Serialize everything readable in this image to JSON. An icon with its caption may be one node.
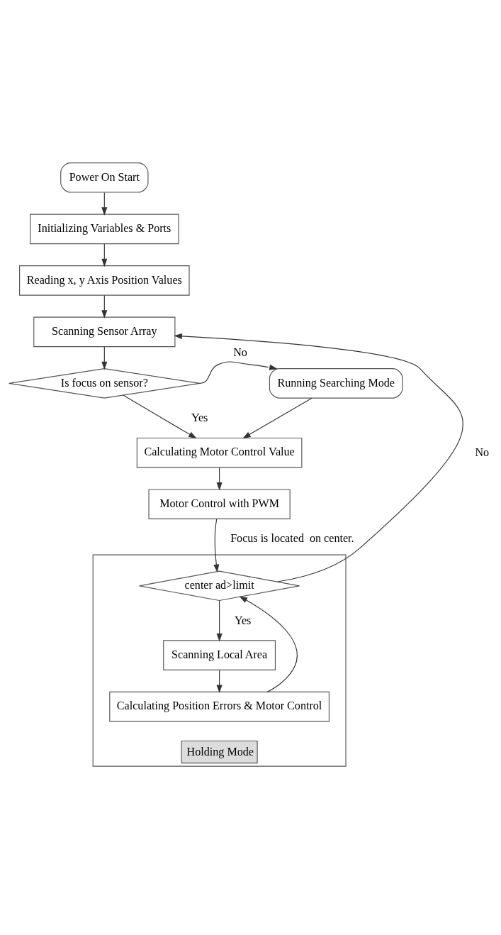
{
  "diagram": {
    "nodes": [
      {
        "text": [
          "Power On Start"
        ]
      },
      {
        "text": [
          "Initializing Variables & Ports"
        ]
      },
      {
        "text": [
          "Reading x, y Axis Position Values"
        ]
      },
      {
        "text": [
          "Scanning Sensor Array"
        ]
      },
      {
        "text": [
          "Is focus on sensor?"
        ]
      },
      {
        "text": [
          "Running Searching Mode"
        ]
      },
      {
        "text": [
          "Calculating Motor Control Value"
        ]
      },
      {
        "text": [
          "Motor Control with PWM"
        ]
      },
      {
        "text": [
          "Holding Mode"
        ]
      },
      {
        "text": [
          "center ad>limit"
        ],
        "in": 8
      },
      {
        "text": [
          "Scanning Local Area"
        ],
        "in": 8
      },
      {
        "text": [
          "Calculating Position Errors & Motor Control"
        ],
        "in": 8
      }
    ],
    "edges": [
      {
        "from": 0,
        "to": 1,
        "arrow": "to"
      },
      {
        "from": 1,
        "to": 2,
        "arrow": "to"
      },
      {
        "from": 2,
        "to": 3,
        "arrow": "to"
      },
      {
        "from": 3,
        "to": 4,
        "arrow": "to"
      },
      {
        "from": 4,
        "to": 5,
        "arrow": "to",
        "label": "No"
      },
      {
        "from": 4,
        "to": 6,
        "arrow": "to",
        "label": "Yes"
      },
      {
        "from": 5,
        "to": 6,
        "arrow": "to"
      },
      {
        "from": 6,
        "to": 7,
        "arrow": "to"
      },
      {
        "from": 7,
        "to": 9,
        "arrow": "to",
        "label": "Focus is located  on center."
      },
      {
        "from": 9,
        "to": 3,
        "arrow": "to",
        "label": "No"
      },
      {
        "from": 9,
        "to": 10,
        "arrow": "to",
        "label": "Yes"
      },
      {
        "from": 10,
        "to": 11,
        "arrow": "to"
      },
      {
        "from": 11,
        "to": 9,
        "arrow": "to"
      }
    ]
  }
}
